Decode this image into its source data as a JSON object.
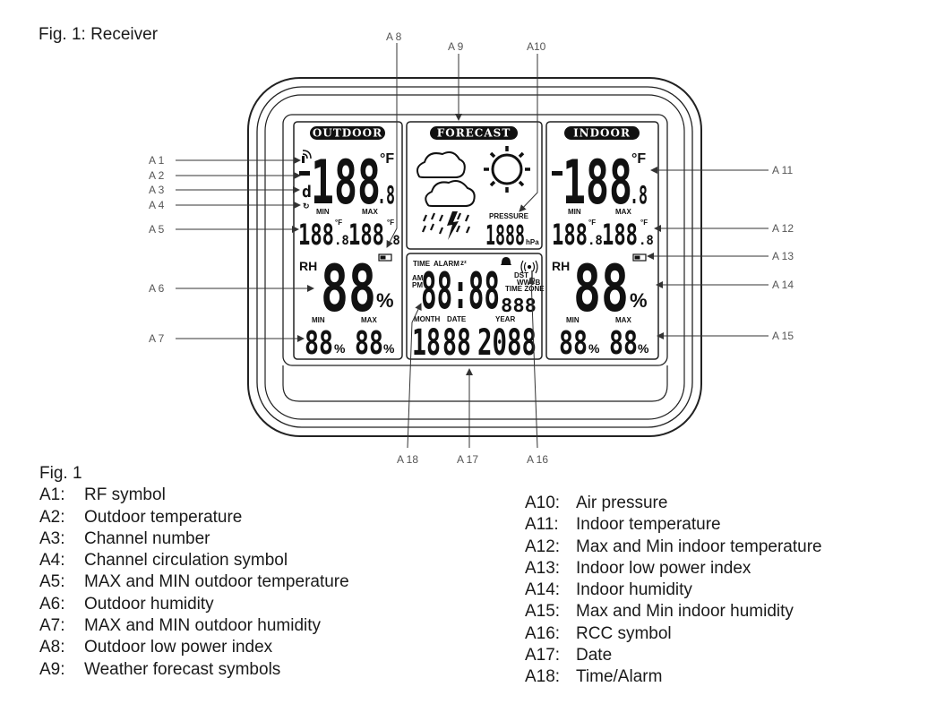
{
  "figure_title": "Fig. 1: Receiver",
  "legend_heading": "Fig. 1",
  "panels": {
    "outdoor": "OUTDOOR",
    "forecast": "FORECAST",
    "indoor": "INDOOR"
  },
  "display": {
    "temp_main": "188",
    "temp_decimal": ".8",
    "temp_unit": "°F",
    "min": "MIN",
    "max": "MAX",
    "temp_small": "188",
    "temp_small_decimal": ".8",
    "rh": "RH",
    "humidity": "88",
    "percent": "%",
    "pressure_label": "PRESSURE",
    "pressure_value": "1888",
    "pressure_unit": "hPa",
    "time_label": "TIME",
    "alarm_label": "ALARM",
    "zz": "zᶻ",
    "am": "AM",
    "pm": "PM",
    "time_value": "88:88",
    "seconds_value": "888",
    "dst": "DST",
    "wwvb": "WWVB",
    "time_zone": "TIME ZONE",
    "month_label": "MONTH",
    "date_label": "DATE",
    "year_label": "YEAR",
    "month_value": "18",
    "date_value": "88",
    "year_value": "2088"
  },
  "callouts": {
    "A1": "A 1",
    "A2": "A 2",
    "A3": "A 3",
    "A4": "A 4",
    "A5": "A 5",
    "A6": "A 6",
    "A7": "A 7",
    "A8": "A 8",
    "A9": "A 9",
    "A10": "A10",
    "A11": "A 11",
    "A12": "A 12",
    "A13": "A 13",
    "A14": "A 14",
    "A15": "A 15",
    "A16": "A 16",
    "A17": "A 17",
    "A18": "A 18"
  },
  "legend_left": [
    {
      "code": "A1:",
      "text": "RF symbol"
    },
    {
      "code": "A2:",
      "text": "Outdoor temperature"
    },
    {
      "code": "A3:",
      "text": "Channel number"
    },
    {
      "code": "A4:",
      "text": "Channel circulation symbol"
    },
    {
      "code": "A5:",
      "text": "MAX and MIN outdoor temperature"
    },
    {
      "code": "A6:",
      "text": "Outdoor humidity"
    },
    {
      "code": "A7:",
      "text": "MAX and MIN outdoor humidity"
    },
    {
      "code": "A8:",
      "text": "Outdoor low power index"
    },
    {
      "code": "A9:",
      "text": "Weather forecast symbols"
    }
  ],
  "legend_right": [
    {
      "code": "A10:",
      "text": "Air pressure"
    },
    {
      "code": "A11:",
      "text": "Indoor temperature"
    },
    {
      "code": "A12:",
      "text": "Max and Min indoor temperature"
    },
    {
      "code": "A13:",
      "text": "Indoor low power index"
    },
    {
      "code": "A14:",
      "text": "Indoor humidity"
    },
    {
      "code": "A15:",
      "text": "Max and Min indoor humidity"
    },
    {
      "code": "A16:",
      "text": "RCC symbol"
    },
    {
      "code": "A17:",
      "text": "Date"
    },
    {
      "code": "A18:",
      "text": "Time/Alarm"
    }
  ]
}
